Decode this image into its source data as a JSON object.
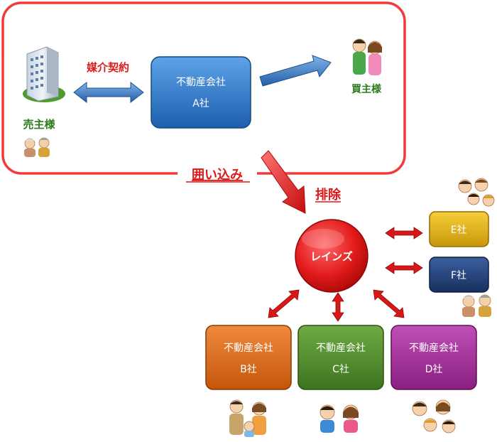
{
  "enclosure": {
    "label": "囲い込み",
    "color": "#ef3b3b"
  },
  "labels": {
    "seller": "売主様",
    "buyer": "買主様",
    "brokerage": "媒介契約",
    "exclusion": "排除"
  },
  "hub": {
    "label": "レインズ",
    "color": "#e31b1b"
  },
  "companies": {
    "a": {
      "line1": "不動産会社",
      "line2": "A社",
      "color": "#2e78c8"
    },
    "b": {
      "line1": "不動産会社",
      "line2": "B社",
      "color": "#e06a16"
    },
    "c": {
      "line1": "不動産会社",
      "line2": "C社",
      "color": "#4e8a2a"
    },
    "d": {
      "line1": "不動産会社",
      "line2": "D社",
      "color": "#a52d9b"
    },
    "e": {
      "label": "E社",
      "color": "#e8b514"
    },
    "f": {
      "label": "F社",
      "color": "#1f3f7a"
    }
  },
  "icons": {
    "building": "apartment-building-icon",
    "elderly_couple": "elderly-couple-icon",
    "young_couple": "young-couple-icon",
    "family": "family-icon",
    "kids": "children-group-icon"
  }
}
